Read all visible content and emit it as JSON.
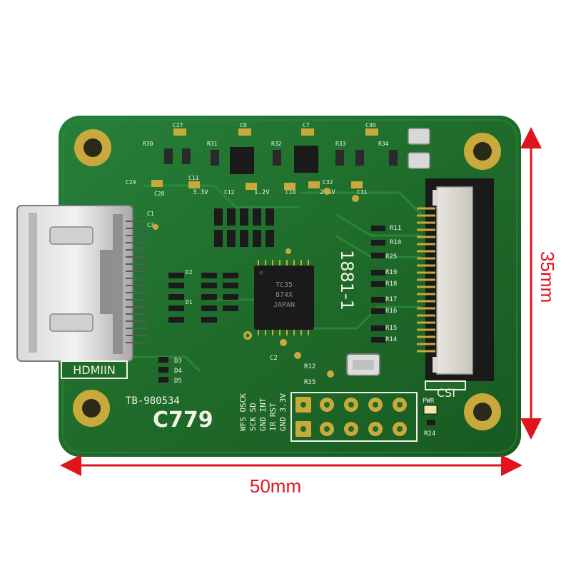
{
  "board": {
    "hdmi_label": "HDMIIN",
    "board_id": "TB-980534",
    "model": "C779",
    "connector_label": "CSI",
    "chip_mark_1": "1881-1",
    "ic_text": [
      "TC35",
      "874X",
      "JAPAN"
    ],
    "power_label": "PWR",
    "rail_labels": [
      "3.3V",
      "1.2V",
      "2.5V"
    ],
    "header_pins": [
      "WFS OSCK",
      "SCK SD",
      "GND INT",
      "IR RST",
      "GND 3.3V"
    ],
    "component_labels_top": [
      "C27",
      "C9",
      "C7",
      "C30",
      "R30",
      "R31",
      "R32",
      "R33",
      "R34",
      "C29",
      "C28",
      "C11",
      "C12",
      "C10",
      "C32",
      "C31"
    ],
    "component_labels_right": [
      "R11",
      "R10",
      "R25",
      "R19",
      "R18",
      "R17",
      "R16",
      "R15",
      "R14"
    ],
    "component_labels_left": [
      "C1",
      "C3",
      "D2",
      "D1",
      "D3",
      "D4",
      "D5"
    ],
    "component_labels_bottom": [
      "R12",
      "R35",
      "R24",
      "C2"
    ],
    "colors": {
      "pcb": "#1f6b2a",
      "pcb_dark": "#154d1d",
      "pad_gold": "#c9a93b",
      "silkscreen": "#f2f2e6",
      "dimension_arrow": "#e0141c"
    }
  },
  "dimensions": {
    "width_label": "50mm",
    "height_label": "35mm"
  }
}
